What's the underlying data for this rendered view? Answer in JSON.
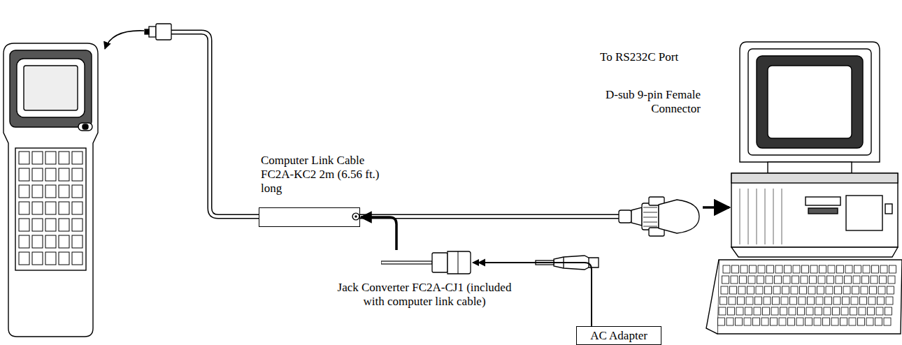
{
  "diagram": {
    "nodes": [
      {
        "text": [
          "Computer Link Cable FC2A-KC2 2m (6.56 ft.) long"
        ]
      },
      {
        "text": [
          "Jack Converter FC2A-CJ1 (included with computer link cable)"
        ]
      },
      {
        "text": [
          "AC Adapter"
        ]
      }
    ],
    "edges": [
      {
        "from": 2,
        "to": 1,
        "arrow": "to"
      },
      {
        "from": 1,
        "to": 0,
        "arrow": "to"
      }
    ],
    "labels": [
      "To RS232C Port",
      "D-sub 9-pin Female Connector"
    ]
  }
}
